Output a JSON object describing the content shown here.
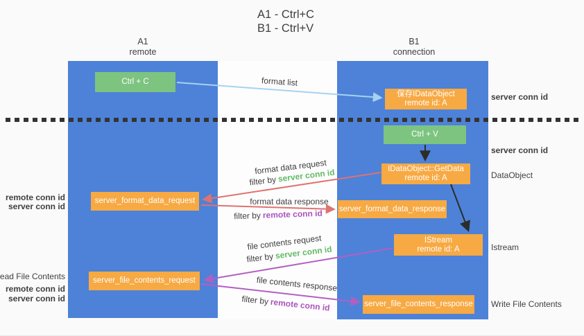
{
  "title": {
    "line1": "A1 - Ctrl+C",
    "line2": "B1 - Ctrl+V"
  },
  "columns": {
    "a": {
      "name": "A1",
      "subtitle": "remote"
    },
    "b": {
      "name": "B1",
      "subtitle": "connection"
    }
  },
  "nodes": {
    "ctrl_c": "Ctrl + C",
    "ctrl_v": "Ctrl + V",
    "save_idataobject": {
      "line1": "保存IDataObject",
      "line2": "remote id: A"
    },
    "getdata": {
      "line1": "IDataObject::GetData",
      "line2": "remote id: A"
    },
    "istream": {
      "line1": "IStream",
      "line2": "remote id: A"
    },
    "format_request": "server_format_data_request",
    "format_response": "server_format_data_response",
    "file_request": "server_file_contents_request",
    "file_response": "server_file_contents_response"
  },
  "arrow_labels": {
    "format_list": "format list",
    "format_data_request": "format data request",
    "format_data_response": "format data response",
    "file_contents_request": "file contents request",
    "file_contents_response": "file contents response"
  },
  "terms": {
    "filter_by": "filter by",
    "server_conn_id": "server conn id",
    "remote_conn_id": "remote conn id"
  },
  "side_labels": {
    "right": {
      "server_conn_id_top": "server conn id",
      "server_conn_id_mid": "server conn id",
      "dataobject": "DataObject",
      "istream": "Istream",
      "write_file_contents": "Write File Contents"
    },
    "left": {
      "read_file_contents": "Read File Contents"
    }
  },
  "colors": {
    "column_blue": "#4d82d8",
    "box_green": "#7cc480",
    "box_orange": "#f7a943",
    "arrow_lightblue": "#a6d2f0",
    "arrow_red": "#e0726f",
    "arrow_purple": "#b35fc2",
    "text_green": "#62ba66",
    "text_purple": "#ab53be",
    "text_dark": "#3f3f3f",
    "background": "#fafafa",
    "dotted_line": "#333333"
  }
}
